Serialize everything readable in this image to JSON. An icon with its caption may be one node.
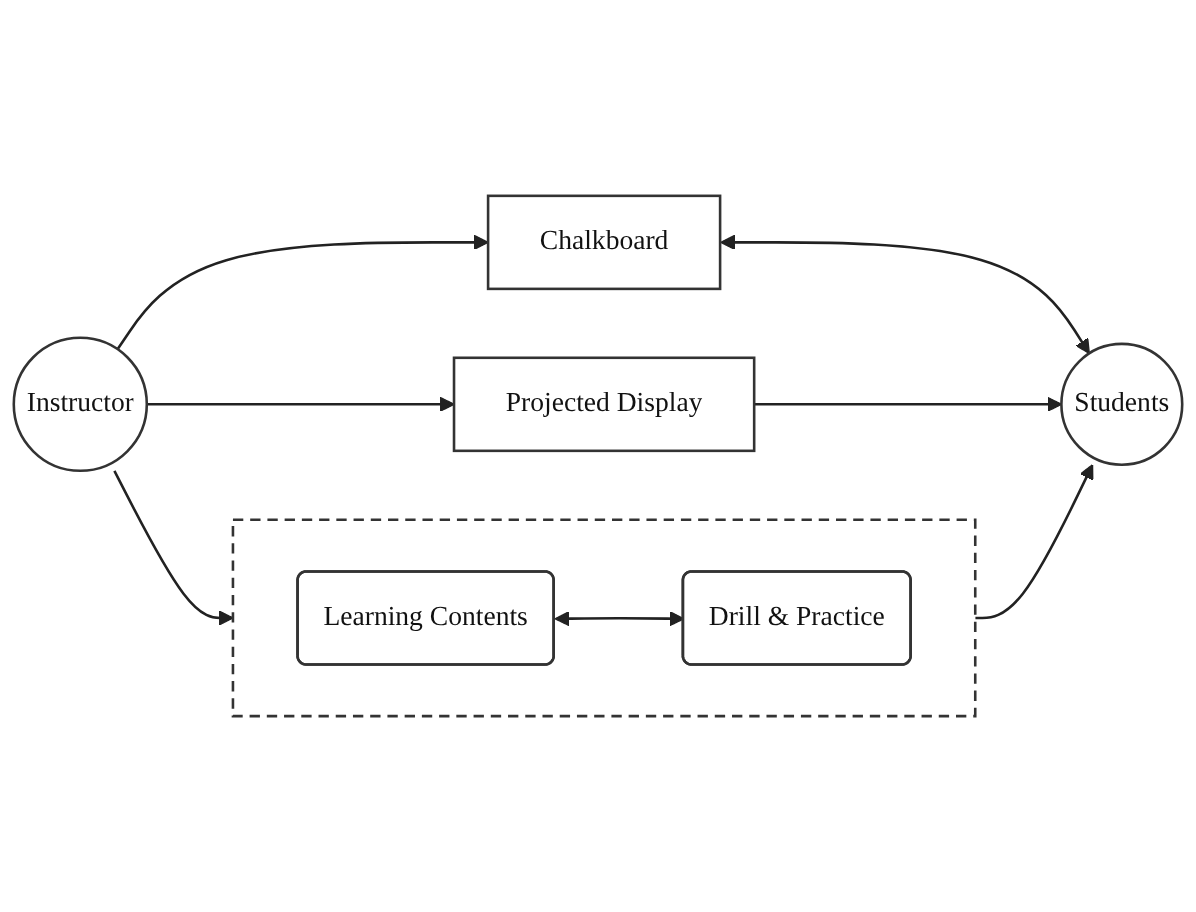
{
  "diagram": {
    "nodes": [
      {
        "text": [
          "Chalkboard"
        ]
      },
      {
        "text": [
          "Instructor"
        ]
      },
      {
        "text": [],
        "shape": "box"
      },
      {
        "text": [
          "Learning Contents"
        ],
        "in": 2
      },
      {
        "text": [
          "Drill & Practice"
        ],
        "in": 2
      },
      {
        "text": [
          "Students"
        ]
      },
      {
        "text": [
          "Projected Display"
        ]
      }
    ],
    "edges": [
      {
        "from": 1,
        "to": 0,
        "arrow": "to"
      },
      {
        "from": 0,
        "to": 5,
        "arrow": "both"
      },
      {
        "from": 1,
        "to": 2,
        "arrow": "to"
      },
      {
        "from": 3,
        "to": 4,
        "arrow": "both"
      },
      {
        "from": 2,
        "to": 5,
        "arrow": "to"
      },
      {
        "from": 1,
        "to": 6,
        "arrow": "to"
      },
      {
        "from": 6,
        "to": 5,
        "arrow": "to"
      }
    ]
  }
}
